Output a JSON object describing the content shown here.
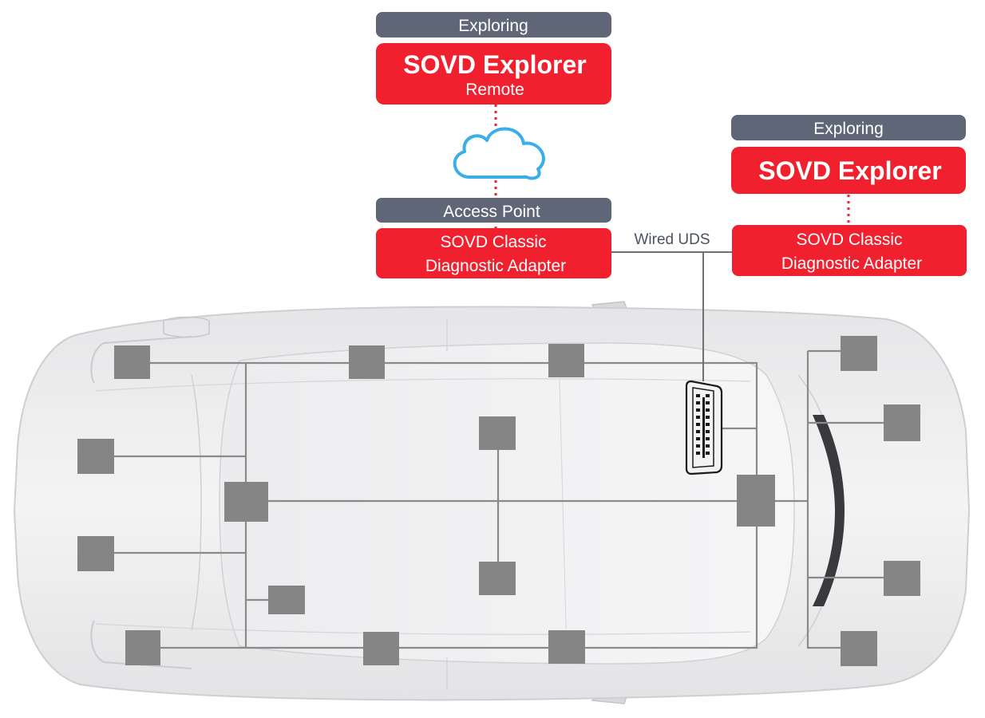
{
  "top_explorer": {
    "mode_label": "Exploring",
    "title": "SOVD Explorer",
    "subtitle": "Remote"
  },
  "access_point": {
    "label": "Access Point"
  },
  "left_adapter": {
    "line1": "SOVD Classic",
    "line2": "Diagnostic Adapter"
  },
  "right_explorer": {
    "mode_label": "Exploring",
    "title": "SOVD Explorer"
  },
  "right_adapter": {
    "line1": "SOVD Classic",
    "line2": "Diagnostic Adapter"
  },
  "connection": {
    "label": "Wired UDS"
  },
  "icons": [
    "cloud-icon",
    "obd-port-icon",
    "car-illustration"
  ],
  "colors": {
    "label_grey": "#5e6678",
    "accent_red": "#f0202e",
    "cloud_blue": "#3aaee8",
    "ecu_grey": "#858585"
  }
}
